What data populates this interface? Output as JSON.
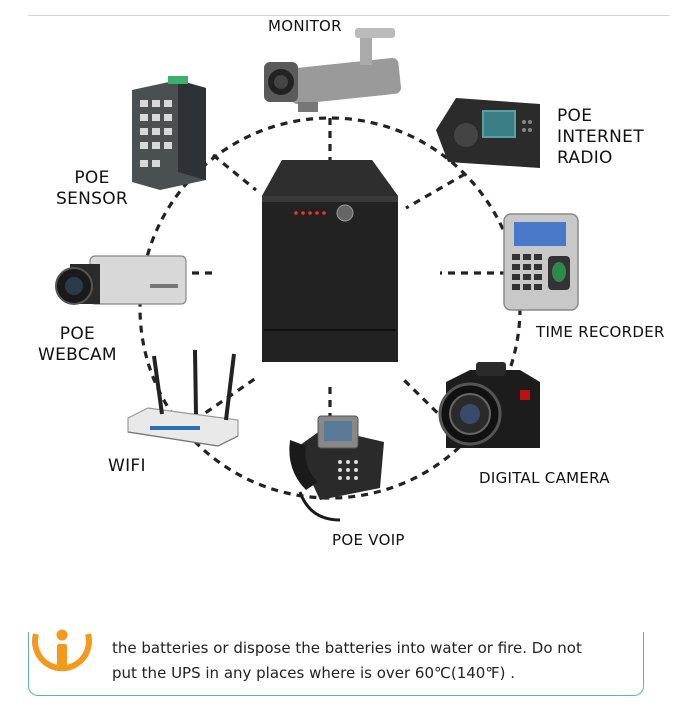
{
  "devices": [
    {
      "id": "monitor",
      "label": "MONITOR",
      "icon": "security-camera-icon"
    },
    {
      "id": "radio",
      "label": "POE\nINTERNET\nRADIO",
      "icon": "internet-radio-icon"
    },
    {
      "id": "time-recorder",
      "label": "TIME RECORDER",
      "icon": "time-clock-icon"
    },
    {
      "id": "digital-camera",
      "label": "DIGITAL CAMERA",
      "icon": "dslr-camera-icon"
    },
    {
      "id": "voip",
      "label": "POE VOIP",
      "icon": "voip-phone-icon"
    },
    {
      "id": "wifi",
      "label": "WIFI",
      "icon": "wifi-router-icon"
    },
    {
      "id": "webcam",
      "label": "POE\nWEBCAM",
      "icon": "webcam-icon"
    },
    {
      "id": "sensor",
      "label": "POE\nSENSOR",
      "icon": "network-switch-icon"
    }
  ],
  "center": {
    "icon": "ups-unit-icon"
  },
  "warning": {
    "icon": "info-icon",
    "text": "the batteries or dispose  the batteries  into water or fire. Do not\nput the UPS in any places  where is over  60℃(140℉) ."
  },
  "colors": {
    "accent_orange": "#f39a1e",
    "border_teal": "#5fb0c4"
  }
}
